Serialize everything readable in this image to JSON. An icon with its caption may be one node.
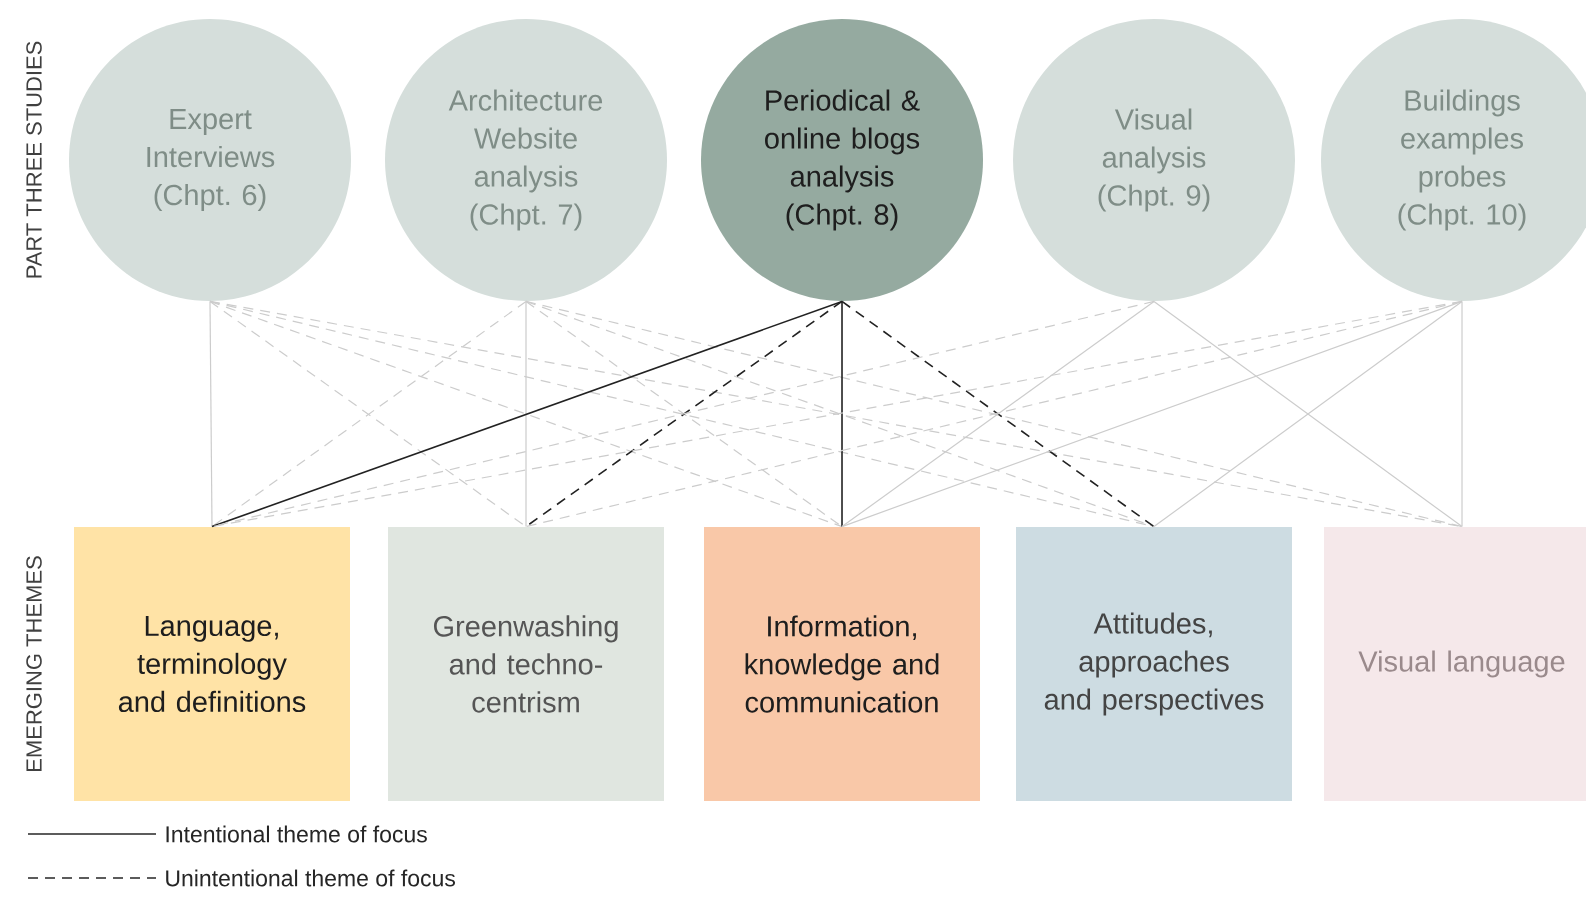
{
  "diagram": {
    "nodes": [
      {
        "text": [
          "Expert Interviews (Chpt. 6)"
        ]
      },
      {
        "text": [
          "Architecture Website analysis (Chpt. 7)"
        ]
      },
      {
        "text": [
          "Periodical & online blogs analysis (Chpt. 8)"
        ]
      },
      {
        "text": [
          "Visual analysis (Chpt. 9)"
        ]
      },
      {
        "text": [
          "Buildings examples probes (Chpt. 10)"
        ]
      },
      {
        "text": [
          "Language, terminology and definitions"
        ]
      },
      {
        "text": [
          "Greenwashing and techno-centrism"
        ]
      },
      {
        "text": [
          "Information, knowledge and communication"
        ]
      },
      {
        "text": [
          "Attitudes, approaches and perspectives"
        ]
      },
      {
        "text": [
          "Visual language"
        ]
      }
    ],
    "edges": [
      {
        "from": 0,
        "to": 5,
        "arrow": "none"
      },
      {
        "from": 0,
        "to": 6,
        "arrow": "none",
        "style": "dashed"
      },
      {
        "from": 0,
        "to": 7,
        "arrow": "none",
        "style": "dashed"
      },
      {
        "from": 0,
        "to": 8,
        "arrow": "none",
        "style": "dashed"
      },
      {
        "from": 0,
        "to": 9,
        "arrow": "none",
        "style": "dashed"
      },
      {
        "from": 1,
        "to": 5,
        "arrow": "none",
        "style": "dashed"
      },
      {
        "from": 1,
        "to": 6,
        "arrow": "none"
      },
      {
        "from": 1,
        "to": 7,
        "arrow": "none",
        "style": "dashed"
      },
      {
        "from": 1,
        "to": 8,
        "arrow": "none",
        "style": "dashed"
      },
      {
        "from": 1,
        "to": 9,
        "arrow": "none",
        "style": "dashed"
      },
      {
        "from": 2,
        "to": 5,
        "arrow": "none",
        "color": "#222222"
      },
      {
        "from": 2,
        "to": 6,
        "arrow": "none",
        "style": "dashed",
        "color": "#222222"
      },
      {
        "from": 2,
        "to": 7,
        "arrow": "none",
        "color": "#222222"
      },
      {
        "from": 2,
        "to": 8,
        "arrow": "none",
        "style": "dashed",
        "color": "#222222"
      },
      {
        "from": 3,
        "to": 5,
        "arrow": "none",
        "style": "dashed"
      },
      {
        "from": 3,
        "to": 7,
        "arrow": "none"
      },
      {
        "from": 3,
        "to": 9,
        "arrow": "none"
      },
      {
        "from": 4,
        "to": 5,
        "arrow": "none",
        "style": "dashed"
      },
      {
        "from": 4,
        "to": 6,
        "arrow": "none",
        "style": "dashed"
      },
      {
        "from": 4,
        "to": 7,
        "arrow": "none"
      },
      {
        "from": 4,
        "to": 8,
        "arrow": "none"
      },
      {
        "from": 4,
        "to": 9,
        "arrow": "none"
      }
    ],
    "labels": [
      "PART THREE STUDIES",
      "EMERGING THEMES"
    ],
    "legend": [
      {
        "text": "Intentional theme of focus"
      },
      {
        "text": "Unintentional theme of focus"
      }
    ]
  }
}
